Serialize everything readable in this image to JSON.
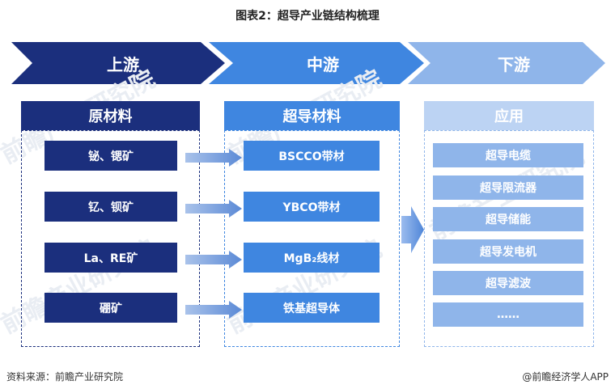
{
  "title": "图表2：超导产业链结构梳理",
  "stages": [
    "上游",
    "中游",
    "下游"
  ],
  "columns": {
    "raw": {
      "header": "原材料",
      "items": [
        "铋、锶矿",
        "钇、钡矿",
        "La、RE矿",
        "硼矿"
      ]
    },
    "superconducting": {
      "header": "超导材料",
      "items": [
        "BSCCO带材",
        "YBCO带材",
        "MgB₂线材",
        "铁基超导体"
      ]
    },
    "applications": {
      "header": "应用",
      "items": [
        "超导电缆",
        "超导限流器",
        "超导储能",
        "超导发电机",
        "超导滤波",
        "……"
      ]
    }
  },
  "watermark": "前瞻产业研究院",
  "footer": {
    "source": "资料来源：前瞻产业研究院",
    "brand": "@前瞻经济学人APP"
  },
  "colors": {
    "upstream": "#1b2f7d",
    "midstream": "#3f86e0",
    "downstream": "#8fb5ea",
    "arrow": "#6c95d8"
  }
}
